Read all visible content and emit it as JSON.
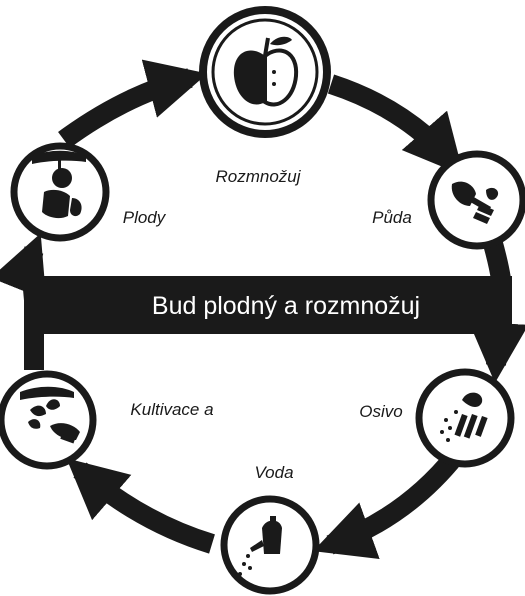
{
  "diagram": {
    "banner_text": "Bud plodný a rozmnožuj",
    "stages": [
      {
        "key": "rozmnozuj",
        "label": "Rozmnožuj",
        "icon": "apple-icon"
      },
      {
        "key": "puda",
        "label": "Půda",
        "icon": "trowel-hand-icon"
      },
      {
        "key": "osivo",
        "label": "Osivo",
        "icon": "seed-sowing-hand-icon"
      },
      {
        "key": "voda",
        "label": "Voda",
        "icon": "watering-hand-icon"
      },
      {
        "key": "kultivace",
        "label": "Kultivace a",
        "icon": "plant-tending-hand-icon"
      },
      {
        "key": "plody",
        "label": "Plody",
        "icon": "fruit-picking-hand-icon"
      }
    ],
    "colors": {
      "ink": "#1a1a1a",
      "background": "#ffffff"
    }
  }
}
